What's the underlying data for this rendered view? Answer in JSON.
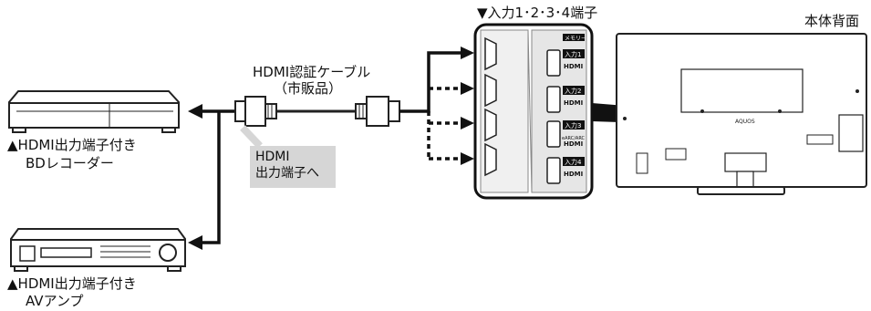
{
  "labels": {
    "input_ports": "▼入力1･2･3･4端子",
    "tv_back": "本体背面",
    "cable_title": "HDMI認証ケーブル",
    "cable_subtitle": "（市販品）",
    "hdmi_out_line1": "HDMI",
    "hdmi_out_line2": "出力端子へ",
    "bd_line1": "▲HDMI出力端子付き",
    "bd_line2": "BDレコーダー",
    "av_line1": "▲HDMI出力端子付き",
    "av_line2": "AVアンプ"
  },
  "ports": [
    {
      "label": "入力1",
      "logo": "HDMI",
      "note": ""
    },
    {
      "label": "入力2",
      "logo": "HDMI",
      "note": ""
    },
    {
      "label": "入力3",
      "logo": "HDMI",
      "note": "eARC/ARC"
    },
    {
      "label": "入力4",
      "logo": "HDMI",
      "note": ""
    }
  ],
  "panel_top_label": "メモリー",
  "tv_brand": "AQUOS"
}
